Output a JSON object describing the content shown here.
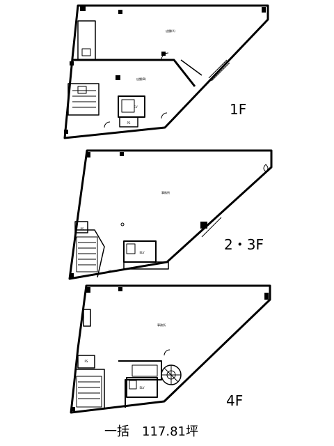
{
  "floors": [
    {
      "label": "1F",
      "rooms": [
        {
          "label": "店舗(A)"
        },
        {
          "label": "店舗(B)"
        },
        {
          "label": "EV"
        },
        {
          "label": "PS"
        }
      ]
    },
    {
      "label": "2・3F",
      "rooms": [
        {
          "label": "事務所"
        },
        {
          "label": "ELV"
        },
        {
          "label": "PS"
        },
        {
          "label": "PS"
        }
      ]
    },
    {
      "label": "4F",
      "rooms": [
        {
          "label": "事務所"
        },
        {
          "label": "PS"
        },
        {
          "label": "ELV"
        }
      ]
    }
  ],
  "total_area": "一括　117.81坪"
}
